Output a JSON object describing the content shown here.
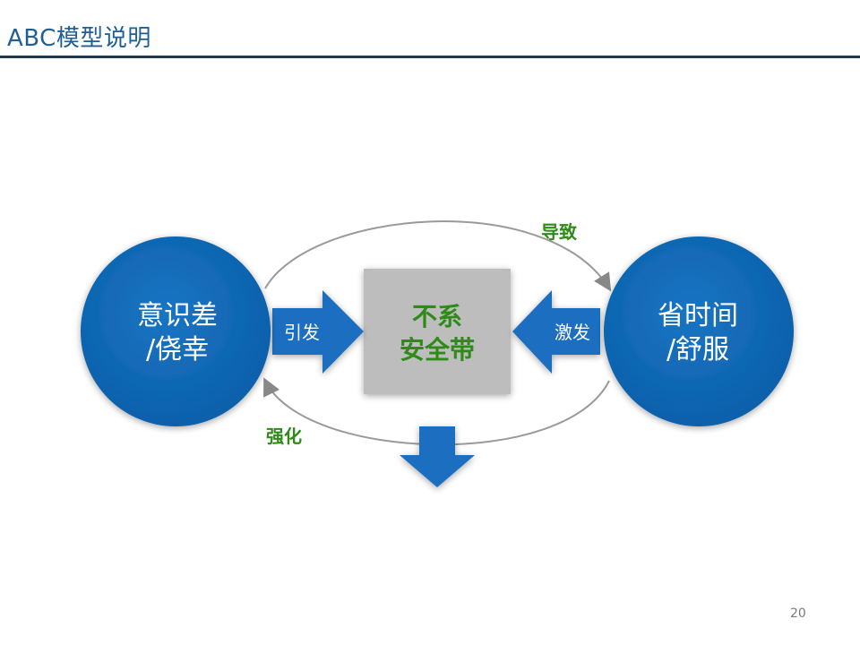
{
  "header": {
    "title": "ABC模型说明"
  },
  "diagram": {
    "left_circle": {
      "line1": "意识差",
      "line2": "/侥幸"
    },
    "right_circle": {
      "line1": "省时间",
      "line2": "/舒服"
    },
    "center_box": {
      "line1": "不系",
      "line2": "安全带"
    },
    "left_arrow_label": "引发",
    "right_arrow_label": "激发",
    "top_cycle_label": "导致",
    "bottom_cycle_label": "强化"
  },
  "footer": {
    "page_number": "20"
  },
  "colors": {
    "circle_blue": "#0a63b3",
    "arrow_blue": "#1a6ec0",
    "box_gray": "#bdbdbd",
    "green_text": "#2e8b18",
    "title_blue": "#1f5f96",
    "rule_dark": "#1d3a53"
  }
}
